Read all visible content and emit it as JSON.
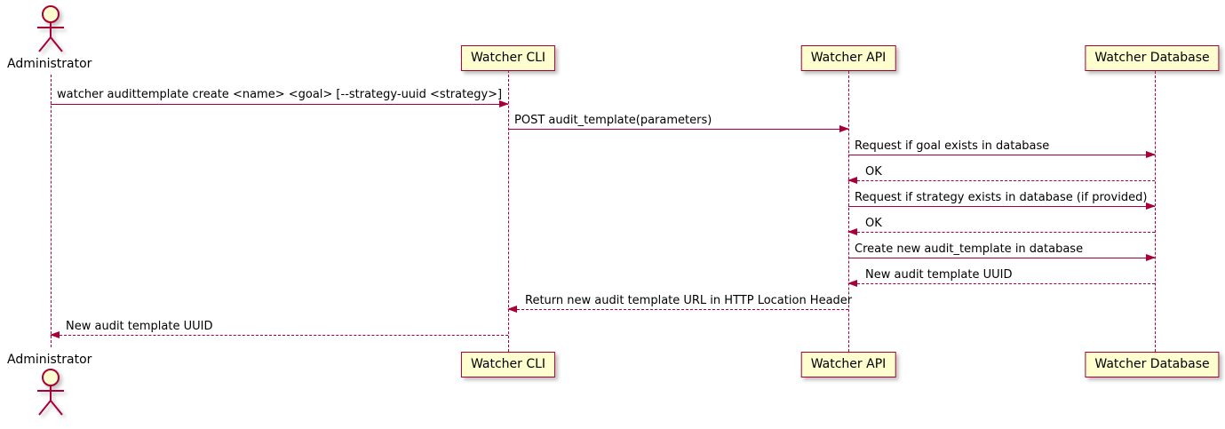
{
  "participants": [
    {
      "name": "Administrator",
      "type": "actor"
    },
    {
      "name": "Watcher CLI",
      "type": "participant"
    },
    {
      "name": "Watcher API",
      "type": "participant"
    },
    {
      "name": "Watcher Database",
      "type": "participant"
    }
  ],
  "messages": [
    {
      "from": "Administrator",
      "to": "Watcher CLI",
      "line": "solid",
      "text": "watcher audittemplate create <name> <goal> [--strategy-uuid <strategy>]"
    },
    {
      "from": "Watcher CLI",
      "to": "Watcher API",
      "line": "solid",
      "text": "POST audit_template(parameters)"
    },
    {
      "from": "Watcher API",
      "to": "Watcher Database",
      "line": "solid",
      "text": "Request if goal exists in database"
    },
    {
      "from": "Watcher Database",
      "to": "Watcher API",
      "line": "dashed",
      "text": "OK"
    },
    {
      "from": "Watcher API",
      "to": "Watcher Database",
      "line": "solid",
      "text": "Request if strategy exists in database (if provided)"
    },
    {
      "from": "Watcher Database",
      "to": "Watcher API",
      "line": "dashed",
      "text": "OK"
    },
    {
      "from": "Watcher API",
      "to": "Watcher Database",
      "line": "solid",
      "text": "Create new audit_template in database"
    },
    {
      "from": "Watcher Database",
      "to": "Watcher API",
      "line": "dashed",
      "text": "New audit template UUID"
    },
    {
      "from": "Watcher API",
      "to": "Watcher CLI",
      "line": "dashed",
      "text": "Return new audit template URL in HTTP Location Header"
    },
    {
      "from": "Watcher CLI",
      "to": "Administrator",
      "line": "dashed",
      "text": "New audit template UUID"
    }
  ],
  "colors": {
    "accent": "#A80036",
    "participant_fill": "#FEFECE",
    "text": "#000000",
    "background": "#FFFFFF"
  }
}
